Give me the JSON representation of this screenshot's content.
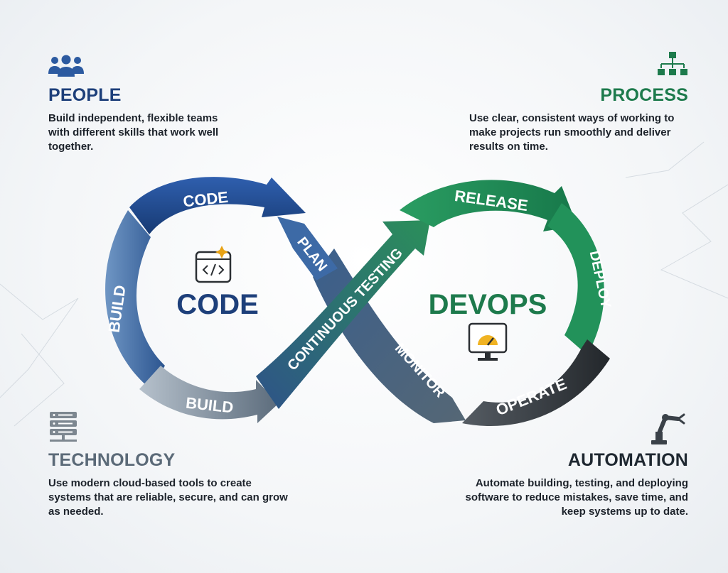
{
  "people": {
    "title": "PEOPLE",
    "text": "Build independent, flexible teams with different skills that work well together.",
    "icon": "people-icon"
  },
  "process": {
    "title": "PROCESS",
    "text": "Use clear, consistent ways of working to make projects run smoothly and deliver results on time.",
    "icon": "flowchart-icon"
  },
  "technology": {
    "title": "TECHNOLOGY",
    "text": "Use modern cloud-based tools to create systems that are reliable, secure, and can grow as needed.",
    "icon": "server-rack-icon"
  },
  "automation": {
    "title": "AUTOMATION",
    "text": "Automate building, testing, and deploying software to reduce mistakes, save time, and keep systems up to date.",
    "icon": "robot-arm-icon"
  },
  "loop": {
    "left_title": "CODE",
    "right_title": "DEVOPS",
    "left_icon": "code-window-icon",
    "right_icon": "monitor-gauge-icon",
    "stages": {
      "code": "CODE",
      "build_left": "BUILD",
      "build_bottom": "BUILD",
      "plan": "PLAN",
      "testing": "CONTINUOUS TESTING",
      "release": "RELEASE",
      "deploy": "DEPLOY",
      "operate": "OPERATE",
      "monitor": "MONITOR"
    }
  },
  "colors": {
    "blue": "#1d3f7a",
    "green": "#1d7a4c",
    "slate": "#4f5b66",
    "dark": "#2e3338"
  }
}
